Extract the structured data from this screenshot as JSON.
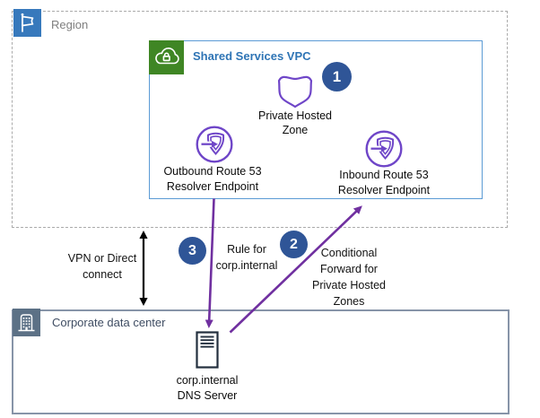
{
  "region": {
    "label": "Region"
  },
  "vpc": {
    "label": "Shared Services VPC"
  },
  "nodes": {
    "private_hosted_zone": {
      "badge": "1",
      "lines": [
        "Private Hosted",
        "Zone"
      ]
    },
    "outbound_endpoint": {
      "lines": [
        "Outbound Route 53",
        "Resolver Endpoint"
      ]
    },
    "inbound_endpoint": {
      "lines": [
        "Inbound Route 53",
        "Resolver Endpoint"
      ]
    },
    "dns_server": {
      "lines": [
        "corp.internal",
        "DNS Server"
      ]
    }
  },
  "connections": {
    "vpn": {
      "lines": [
        "VPN or Direct",
        "connect"
      ]
    },
    "rule": {
      "badge": "3",
      "lines": [
        "Rule for",
        "corp.internal"
      ]
    },
    "conditional_forward": {
      "badge": "2",
      "lines": [
        "Conditional",
        "Forward for",
        "Private Hosted",
        "Zones"
      ]
    }
  },
  "datacenter": {
    "label": "Corporate data center"
  },
  "icons": {
    "region": "flag-icon",
    "vpc": "cloud-lock-icon",
    "private_hosted_zone": "shield-icon",
    "outbound_endpoint": "route53-resolver-icon",
    "inbound_endpoint": "route53-resolver-icon",
    "datacenter": "building-icon",
    "dns_server": "server-icon"
  },
  "colors": {
    "region_tile": "#3779bc",
    "vpc_tile": "#3f8624",
    "vpc_border": "#5b9bd5",
    "vpc_text": "#2e74b5",
    "corp_tile": "#5c7186",
    "corp_border": "#8794a8",
    "badge_bg": "#2f5597",
    "icon_purple": "#6f46c8",
    "arrow_purple": "#7030a0",
    "region_text": "#7f7f7f"
  }
}
